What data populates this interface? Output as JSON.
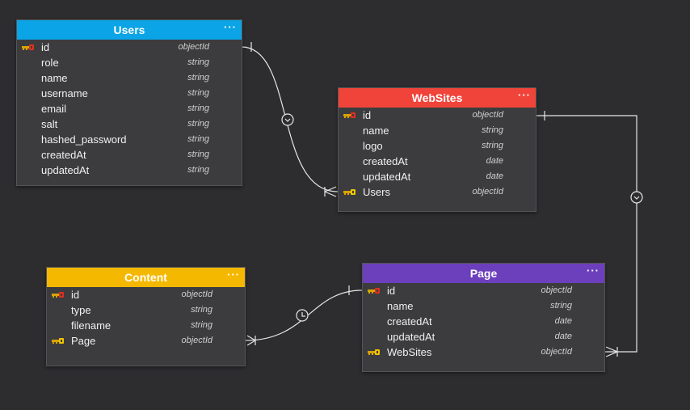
{
  "colors": {
    "users": "#0ba4e6",
    "websites": "#f0443a",
    "content": "#f5b800",
    "page": "#6c3fbd",
    "link": "#e6e6e6"
  },
  "tables": {
    "users": {
      "title": "Users",
      "menu": "···",
      "fields": [
        {
          "name": "id",
          "type": "objectId",
          "key": "primary-key-icon"
        },
        {
          "name": "role",
          "type": "string"
        },
        {
          "name": "name",
          "type": "string"
        },
        {
          "name": "username",
          "type": "string"
        },
        {
          "name": "email",
          "type": "string"
        },
        {
          "name": "salt",
          "type": "string"
        },
        {
          "name": "hashed_password",
          "type": "string"
        },
        {
          "name": "createdAt",
          "type": "string"
        },
        {
          "name": "updatedAt",
          "type": "string"
        }
      ]
    },
    "websites": {
      "title": "WebSites",
      "menu": "···",
      "fields": [
        {
          "name": "id",
          "type": "objectId",
          "key": "primary-key-icon"
        },
        {
          "name": "name",
          "type": "string"
        },
        {
          "name": "logo",
          "type": "string"
        },
        {
          "name": "createdAt",
          "type": "date"
        },
        {
          "name": "updatedAt",
          "type": "date"
        },
        {
          "name": "Users",
          "type": "objectId",
          "key": "foreign-key-icon"
        }
      ]
    },
    "content": {
      "title": "Content",
      "menu": "···",
      "fields": [
        {
          "name": "id",
          "type": "objectId",
          "key": "primary-key-icon"
        },
        {
          "name": "type",
          "type": "string"
        },
        {
          "name": "filename",
          "type": "string"
        },
        {
          "name": "Page",
          "type": "objectId",
          "key": "foreign-key-icon"
        }
      ]
    },
    "page": {
      "title": "Page",
      "menu": "···",
      "fields": [
        {
          "name": "id",
          "type": "objectId",
          "key": "primary-key-icon"
        },
        {
          "name": "name",
          "type": "string"
        },
        {
          "name": "createdAt",
          "type": "date"
        },
        {
          "name": "updatedAt",
          "type": "date"
        },
        {
          "name": "WebSites",
          "type": "objectId",
          "key": "foreign-key-icon"
        }
      ]
    }
  }
}
